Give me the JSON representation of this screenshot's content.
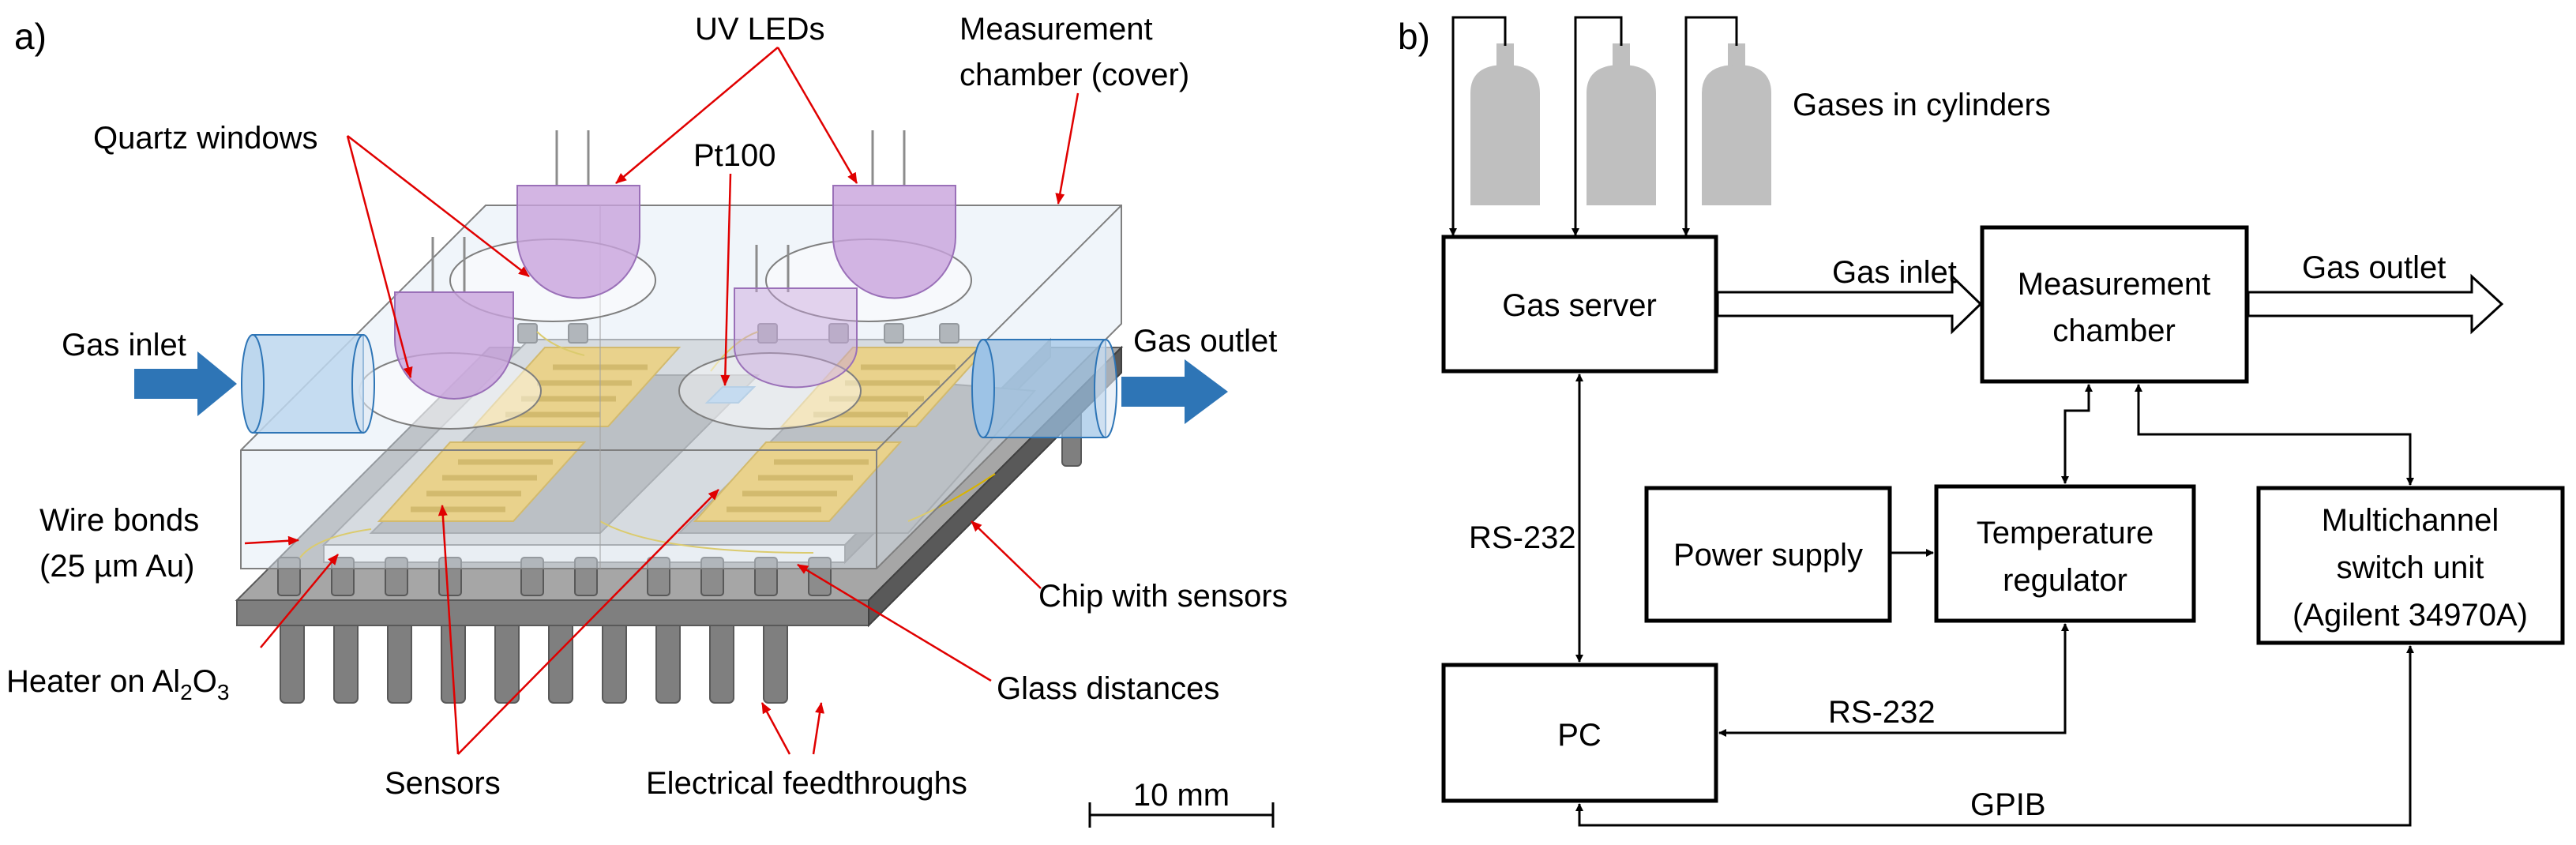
{
  "panels": {
    "a": "a)",
    "b": "b)"
  },
  "device": {
    "uv_leds": "UV LEDs",
    "measurement_chamber_line1": "Measurement",
    "measurement_chamber_line2": "chamber (cover)",
    "quartz_windows": "Quartz windows",
    "pt100": "Pt100",
    "gas_inlet": "Gas inlet",
    "gas_outlet": "Gas outlet",
    "wire_bonds_line1": "Wire bonds",
    "wire_bonds_line2": "(25 µm Au)",
    "heater_prefix": "Heater on Al",
    "heater_sub1": "2",
    "heater_mid": "O",
    "heater_sub2": "3",
    "chip_with_sensors": "Chip with sensors",
    "glass_distances": "Glass distances",
    "sensors": "Sensors",
    "electrical_feedthroughs": "Electrical feedthroughs",
    "scale_bar": "10 mm"
  },
  "schematic": {
    "gases_in_cylinders": "Gases in cylinders",
    "gas_server": "Gas server",
    "measurement_chamber_line1": "Measurement",
    "measurement_chamber_line2": "chamber",
    "gas_inlet": "Gas inlet",
    "gas_outlet": "Gas outlet",
    "rs232_left": "RS-232",
    "power_supply": "Power supply",
    "temperature_regulator_line1": "Temperature",
    "temperature_regulator_line2": "regulator",
    "switch_unit_line1": "Multichannel",
    "switch_unit_line2": "switch unit",
    "switch_unit_line3": "(Agilent 34970A)",
    "pc": "PC",
    "rs232_bottom": "RS-232",
    "gpib": "GPIB"
  },
  "colors": {
    "arrow_blue": "#2e75b6",
    "gold": "#f2c037",
    "led_purple": "#c8a2dc",
    "glass_blue": "#dde8f4",
    "annotation_red": "#e00000",
    "cylinder_gray": "#bfbfbf"
  }
}
